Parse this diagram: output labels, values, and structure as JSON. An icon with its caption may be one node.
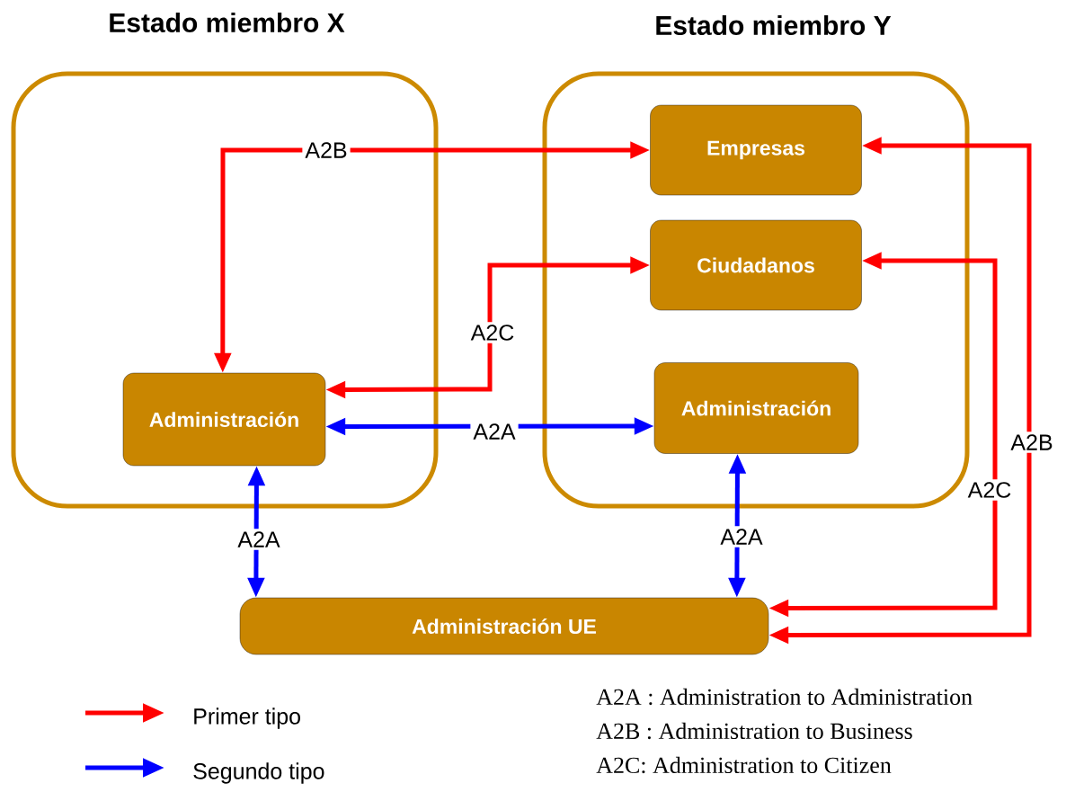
{
  "diagram": {
    "nodes": [
      {
        "text": [
          "Estado miembro X"
        ]
      },
      {
        "text": [
          "Estado miembro Y"
        ]
      },
      {
        "text": [
          "Empresas"
        ],
        "in": 1
      },
      {
        "text": [
          "Ciudadanos"
        ],
        "in": 1
      },
      {
        "text": [
          "Administración"
        ],
        "in": 0
      },
      {
        "text": [
          "Administración"
        ],
        "in": 1
      },
      {
        "text": [
          "Administración UE"
        ]
      }
    ],
    "edges": [
      {
        "from": 4,
        "to": 2,
        "arrow": "both",
        "label": "A2B"
      },
      {
        "from": 4,
        "to": 3,
        "arrow": "both",
        "label": "A2C"
      },
      {
        "from": 4,
        "to": 5,
        "arrow": "both",
        "label": "A2A",
        "color": "#0000ff"
      },
      {
        "from": 4,
        "to": 6,
        "arrow": "both",
        "label": "A2A",
        "color": "#0000ff"
      },
      {
        "from": 5,
        "to": 6,
        "arrow": "both",
        "label": "A2A",
        "color": "#0000ff"
      },
      {
        "from": 3,
        "to": 6,
        "arrow": "both",
        "label": "A2C"
      },
      {
        "from": 2,
        "to": 6,
        "arrow": "both",
        "label": "A2B"
      }
    ],
    "labels": [
      "A2A : Administration to Administration",
      "A2B : Administration to Business",
      "A2C:  Administration to Citizen"
    ],
    "legend": [
      {
        "text": "Primer tipo"
      },
      {
        "text": "Segundo tipo"
      }
    ]
  }
}
